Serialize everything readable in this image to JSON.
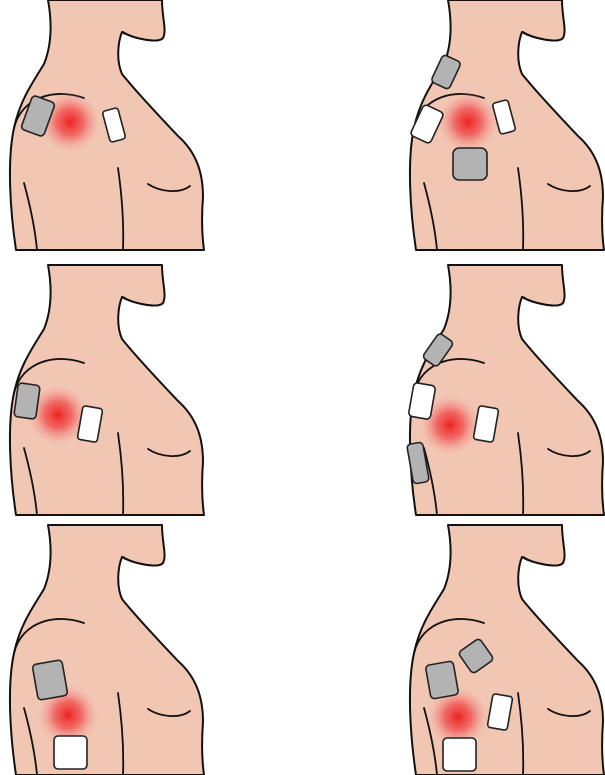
{
  "figure": {
    "colors": {
      "skin": "#f1c6b2",
      "outline": "#111111",
      "gray_pad": "#b3b3b3",
      "white_pad": "#ffffff",
      "pain": "#ee2222"
    },
    "panels": [
      {
        "id": "panel-1",
        "pain_icon": "pain-spot-icon",
        "pads": [
          "gray",
          "white"
        ]
      },
      {
        "id": "panel-2",
        "pain_icon": "pain-spot-icon",
        "pads": [
          "gray",
          "white",
          "white",
          "gray"
        ]
      },
      {
        "id": "panel-3",
        "pain_icon": "pain-spot-icon",
        "pads": [
          "gray",
          "white"
        ]
      },
      {
        "id": "panel-4",
        "pain_icon": "pain-spot-icon",
        "pads": [
          "gray",
          "white",
          "white",
          "gray"
        ]
      },
      {
        "id": "panel-5",
        "pain_icon": "pain-spot-icon",
        "pads": [
          "gray",
          "white"
        ]
      },
      {
        "id": "panel-6",
        "pain_icon": "pain-spot-icon",
        "pads": [
          "gray",
          "gray",
          "white",
          "white"
        ]
      }
    ]
  }
}
